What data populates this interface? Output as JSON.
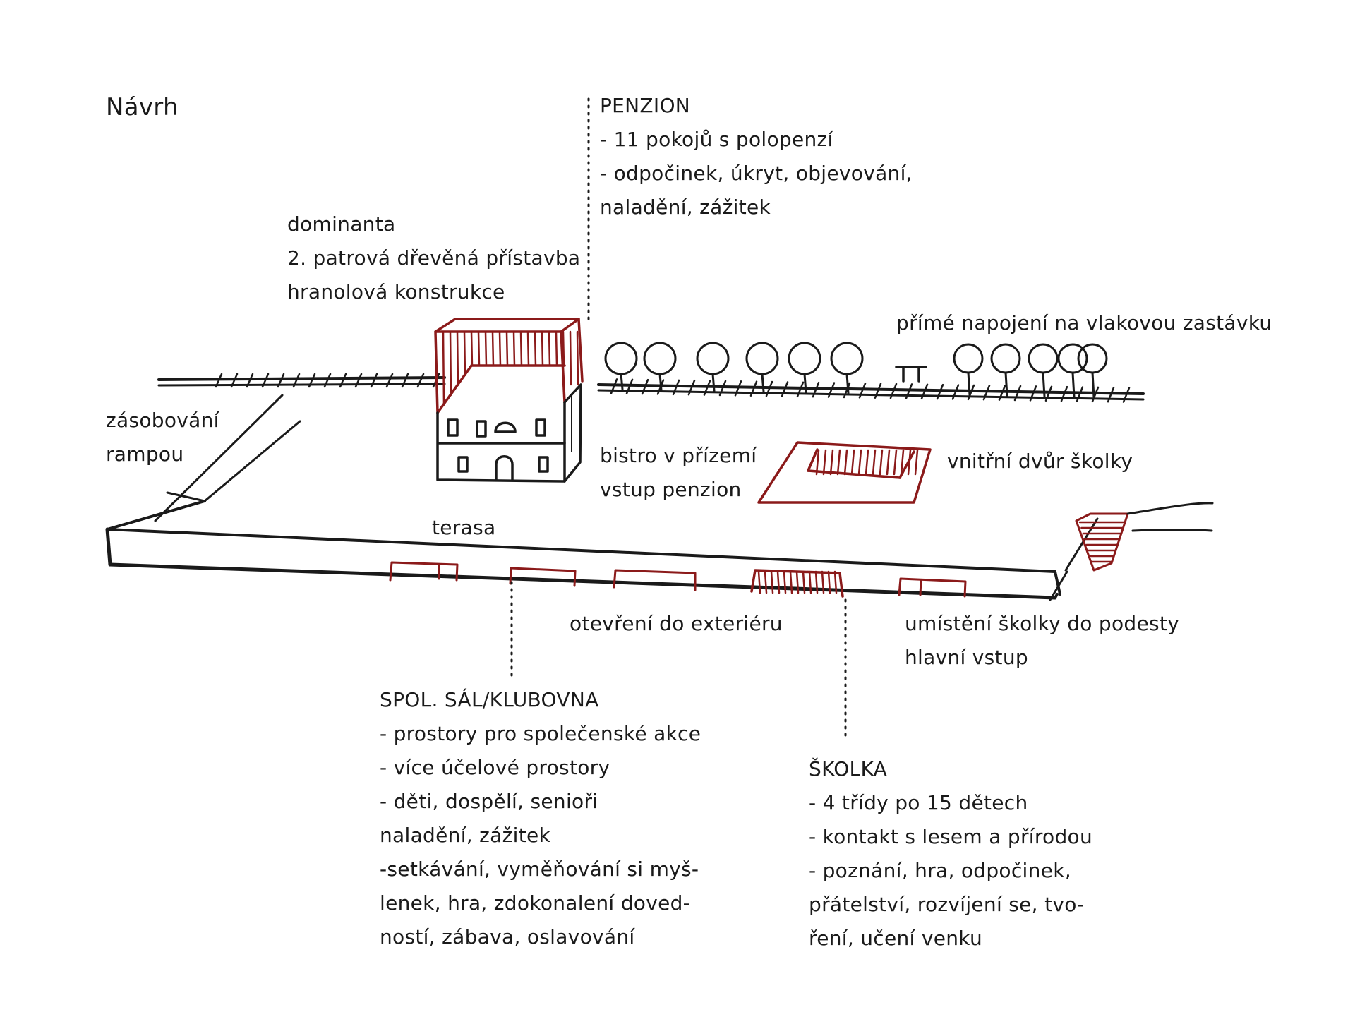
{
  "title": "Návrh",
  "colors": {
    "ink": "#1a1a1a",
    "accent": "#8b1a1a"
  },
  "penzion": {
    "heading": "PENZION",
    "lines": [
      " - 11 pokojů s polopenzí",
      "-  odpočinek,  úkryt,  objevování,",
      "naladění, zážitek"
    ]
  },
  "dominanta": {
    "lines": [
      "dominanta",
      "2. patrová dřevěná přístavba",
      "hranolová konstrukce"
    ]
  },
  "vlak": {
    "label": "přímé napojení na vlakovou zastávku"
  },
  "zasobovani": {
    "lines": [
      "zásobování",
      "rampou"
    ]
  },
  "bistro": {
    "lines": [
      "bistro v přízemí",
      "vstup penzion"
    ]
  },
  "dvur": {
    "label": "vnitřní dvůr školky"
  },
  "terasa": {
    "label": "terasa"
  },
  "exterier": {
    "label": "otevření  do exteriéru"
  },
  "vstup": {
    "lines": [
      "umístění školky do podesty",
      "hlavní vstup"
    ]
  },
  "sal": {
    "heading": "SPOL. SÁL/KLUBOVNA",
    "lines": [
      " - prostory pro společenské akce",
      "- více účelové prostory",
      "- děti, dospělí, senioři",
      "naladění, zážitek",
      "-setkávání, vyměňování si myš-",
      "lenek, hra, zdokonalení doved-",
      "ností, zábava, oslavování"
    ]
  },
  "skolka": {
    "heading": "ŠKOLKA",
    "lines": [
      "- 4 třídy po 15 dětech",
      "- kontakt s lesem a přírodou",
      "-  poznání,  hra,  odpočinek,",
      "přátelství,  rozvíjení  se,  tvo-",
      "ření, učení venku"
    ]
  }
}
